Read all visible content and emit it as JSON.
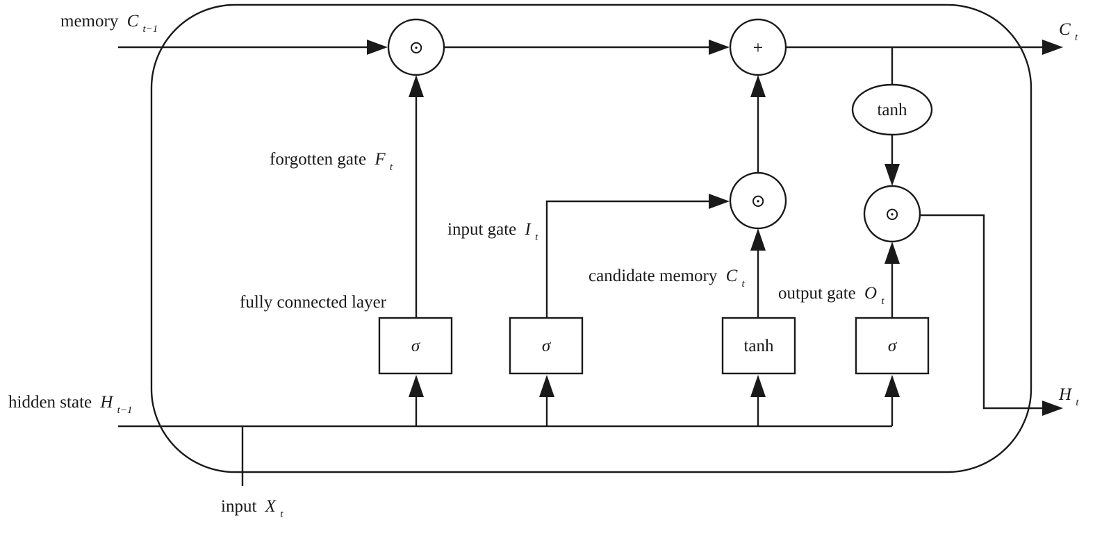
{
  "labels": {
    "memory_in": "memory",
    "memory_in_var": "C",
    "memory_in_sub": "t−1",
    "memory_out_var": "C",
    "memory_out_sub": "t",
    "hidden_in": "hidden state",
    "hidden_in_var": "H",
    "hidden_in_sub": "t−1",
    "hidden_out_var": "H",
    "hidden_out_sub": "t",
    "input": "input",
    "input_var": "X",
    "input_sub": "t",
    "forget_gate": "forgotten gate",
    "forget_gate_var": "F",
    "forget_gate_sub": "t",
    "input_gate": "input gate",
    "input_gate_var": "I",
    "input_gate_sub": "t",
    "candidate": "candidate memory",
    "candidate_var": "C",
    "candidate_sub": "t",
    "output_gate": "output gate",
    "output_gate_var": "O",
    "output_gate_sub": "t",
    "fc_layer": "fully connected layer"
  },
  "nodes": {
    "forget_mul": "⊙",
    "add": "+",
    "input_mul": "⊙",
    "output_mul": "⊙",
    "tanh_cell": "tanh"
  },
  "boxes": {
    "forget_act": "σ",
    "input_act": "σ",
    "candidate_act": "tanh",
    "output_act": "σ"
  }
}
